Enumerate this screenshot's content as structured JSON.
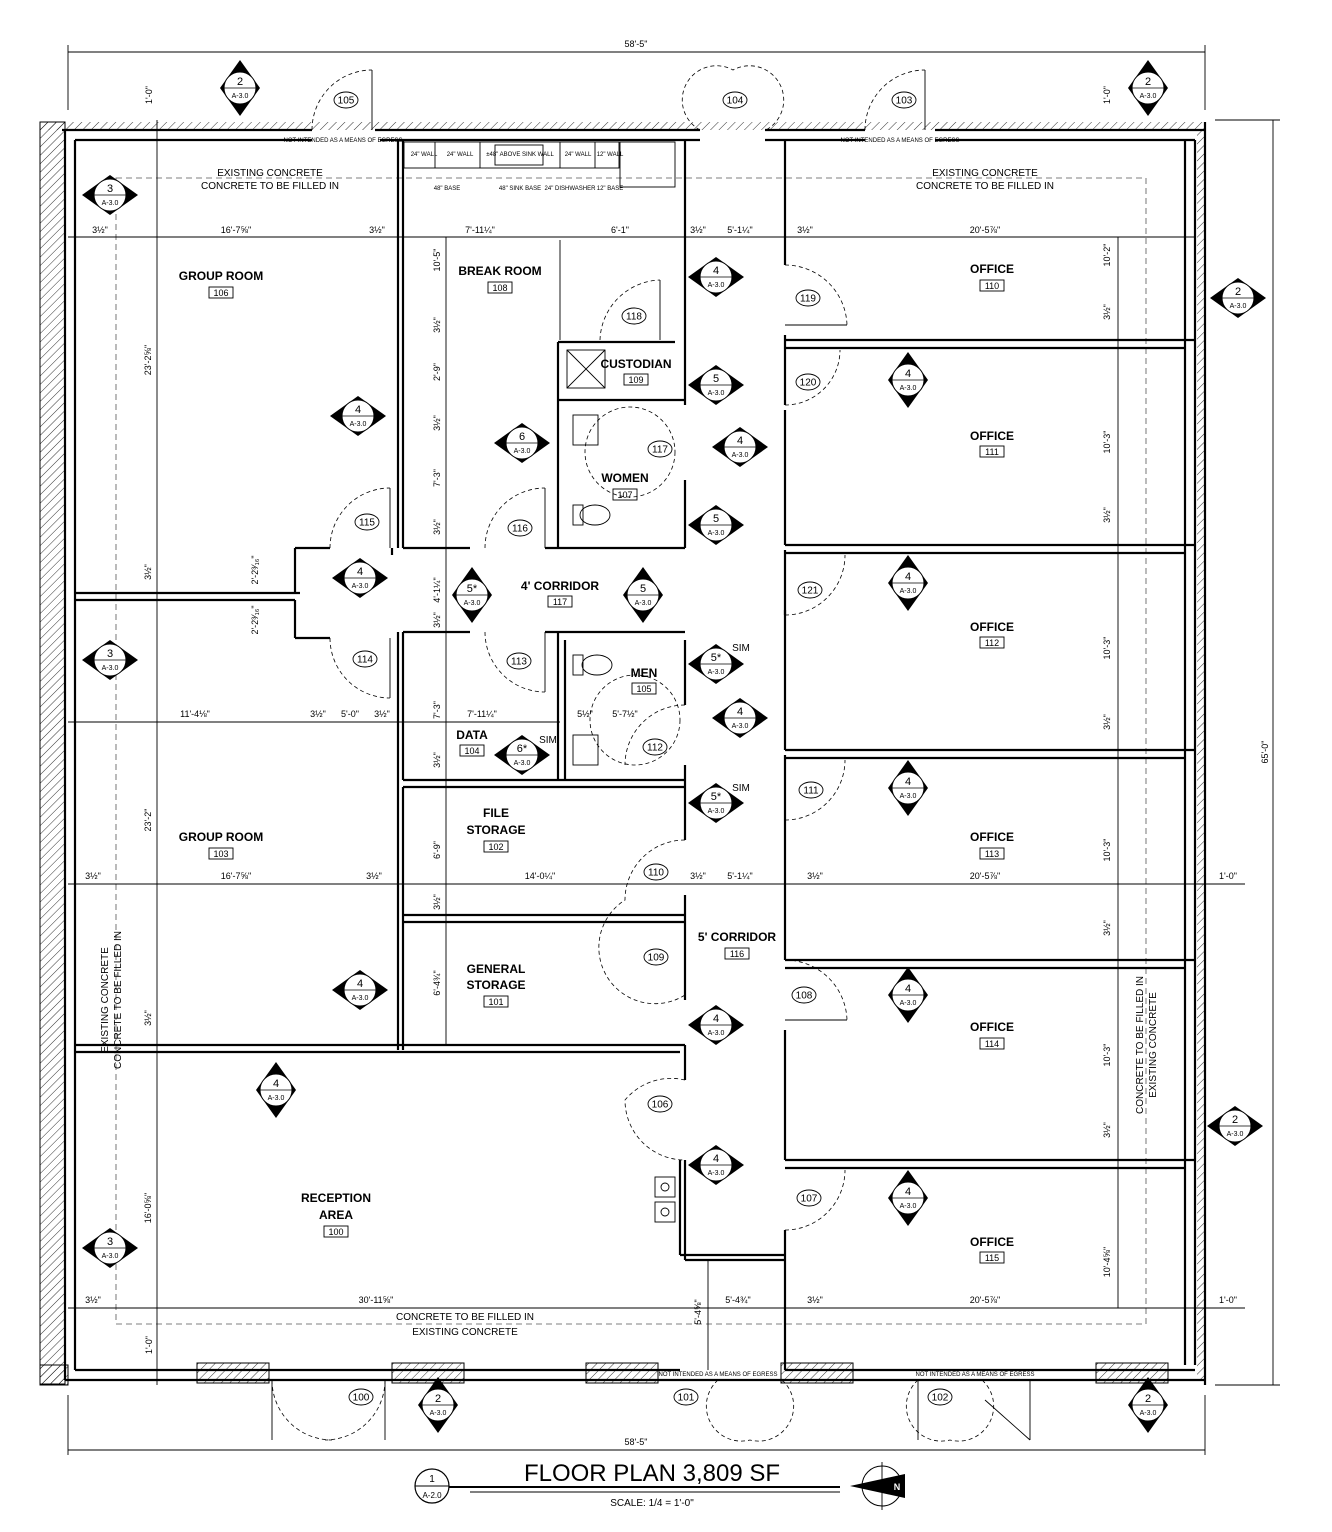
{
  "title": {
    "text": "FLOOR PLAN  3,809 SF",
    "scale": "SCALE: 1/4 = 1'-0\"",
    "detail_num": "1",
    "detail_sheet": "A-2.0"
  },
  "overall_dims": {
    "width_top": "58'-5\"",
    "width_bottom": "58'-5\"",
    "height_right": "65'-0\""
  },
  "notes": {
    "top_left": [
      "EXISTING CONCRETE",
      "CONCRETE TO BE FILLED IN"
    ],
    "top_right": [
      "EXISTING CONCRETE",
      "CONCRETE TO BE FILLED IN"
    ],
    "bottom": [
      "CONCRETE TO BE FILLED IN",
      "EXISTING CONCRETE"
    ],
    "left_vertical": [
      "EXISTING CONCRETE",
      "CONCRETE TO BE FILLED IN"
    ],
    "right_vertical": [
      "CONCRETE TO BE FILLED IN",
      "EXISTING CONCRETE"
    ],
    "egress": "NOT INTENDED AS A MEANS OF EGRESS"
  },
  "casework": {
    "wall1": "24\" WALL",
    "wall2": "24\" WALL",
    "above_sink": "±48\" ABOVE SINK WALL",
    "wall3": "24\" WALL",
    "wall4": "12\" WALL",
    "base1": "48\" BASE",
    "sink_base": "48\" SINK BASE",
    "dishwasher": "24\" DISHWASHER",
    "base2": "12\" BASE"
  },
  "rooms": [
    {
      "name": "GROUP ROOM",
      "number": "106"
    },
    {
      "name": "BREAK ROOM",
      "number": "108"
    },
    {
      "name": "CUSTODIAN",
      "number": "109"
    },
    {
      "name": "WOMEN",
      "number": "107"
    },
    {
      "name": "OFFICE",
      "number": "110"
    },
    {
      "name": "OFFICE",
      "number": "111"
    },
    {
      "name": "OFFICE",
      "number": "112"
    },
    {
      "name": "4' CORRIDOR",
      "number": "117"
    },
    {
      "name": "MEN",
      "number": "105"
    },
    {
      "name": "DATA",
      "number": "104"
    },
    {
      "name": "FILE STORAGE",
      "number": "102"
    },
    {
      "name": "GROUP ROOM",
      "number": "103"
    },
    {
      "name": "OFFICE",
      "number": "113"
    },
    {
      "name": "5' CORRIDOR",
      "number": "116"
    },
    {
      "name": "GENERAL STORAGE",
      "number": "101"
    },
    {
      "name": "OFFICE",
      "number": "114"
    },
    {
      "name": "RECEPTION AREA",
      "number": "100"
    },
    {
      "name": "OFFICE",
      "number": "115"
    }
  ],
  "doors": [
    "105",
    "104",
    "103",
    "118",
    "119",
    "120",
    "117",
    "115",
    "116",
    "121",
    "114",
    "113",
    "112",
    "111",
    "110",
    "109",
    "108",
    "106",
    "107",
    "100",
    "101",
    "102"
  ],
  "section_markers": [
    {
      "num": "2",
      "sheet": "A-3.0"
    },
    {
      "num": "3",
      "sheet": "A-3.0"
    },
    {
      "num": "4",
      "sheet": "A-3.0"
    },
    {
      "num": "5",
      "sheet": "A-3.0"
    },
    {
      "num": "5*",
      "sheet": "A-3.0"
    },
    {
      "num": "6",
      "sheet": "A-3.0"
    },
    {
      "num": "6*",
      "sheet": "A-3.0"
    }
  ],
  "sim_label": "SIM",
  "dims": {
    "d1": "1'-0\"",
    "d2": "3½\"",
    "d3": "16'-7⅝\"",
    "d4": "7'-11¼\"",
    "d5": "6'-1\"",
    "d6": "5'-1¼\"",
    "d7": "20'-5⅞\"",
    "d8": "10'-5\"",
    "d9": "2'-9\"",
    "d10": "7'-3\"",
    "d11": "23'-2⅝\"",
    "d12": "10'-2\"",
    "d13": "10'-3\"",
    "d14": "2'-2³⁄₁₆\"",
    "d15": "4'-1¼\"",
    "d16": "11'-4⅛\"",
    "d17": "5'-0\"",
    "d18": "5½\"",
    "d19": "5'-7½\"",
    "d20": "23'-2\"",
    "d21": "6'-9\"",
    "d22": "14'-0¼\"",
    "d23": "6'-4¾\"",
    "d24": "16'-0⅝\"",
    "d25": "30'-11⅝\"",
    "d26": "5'-4¾\"",
    "d27": "5'-4⅝\"",
    "d28": "10'-4⅝\""
  }
}
